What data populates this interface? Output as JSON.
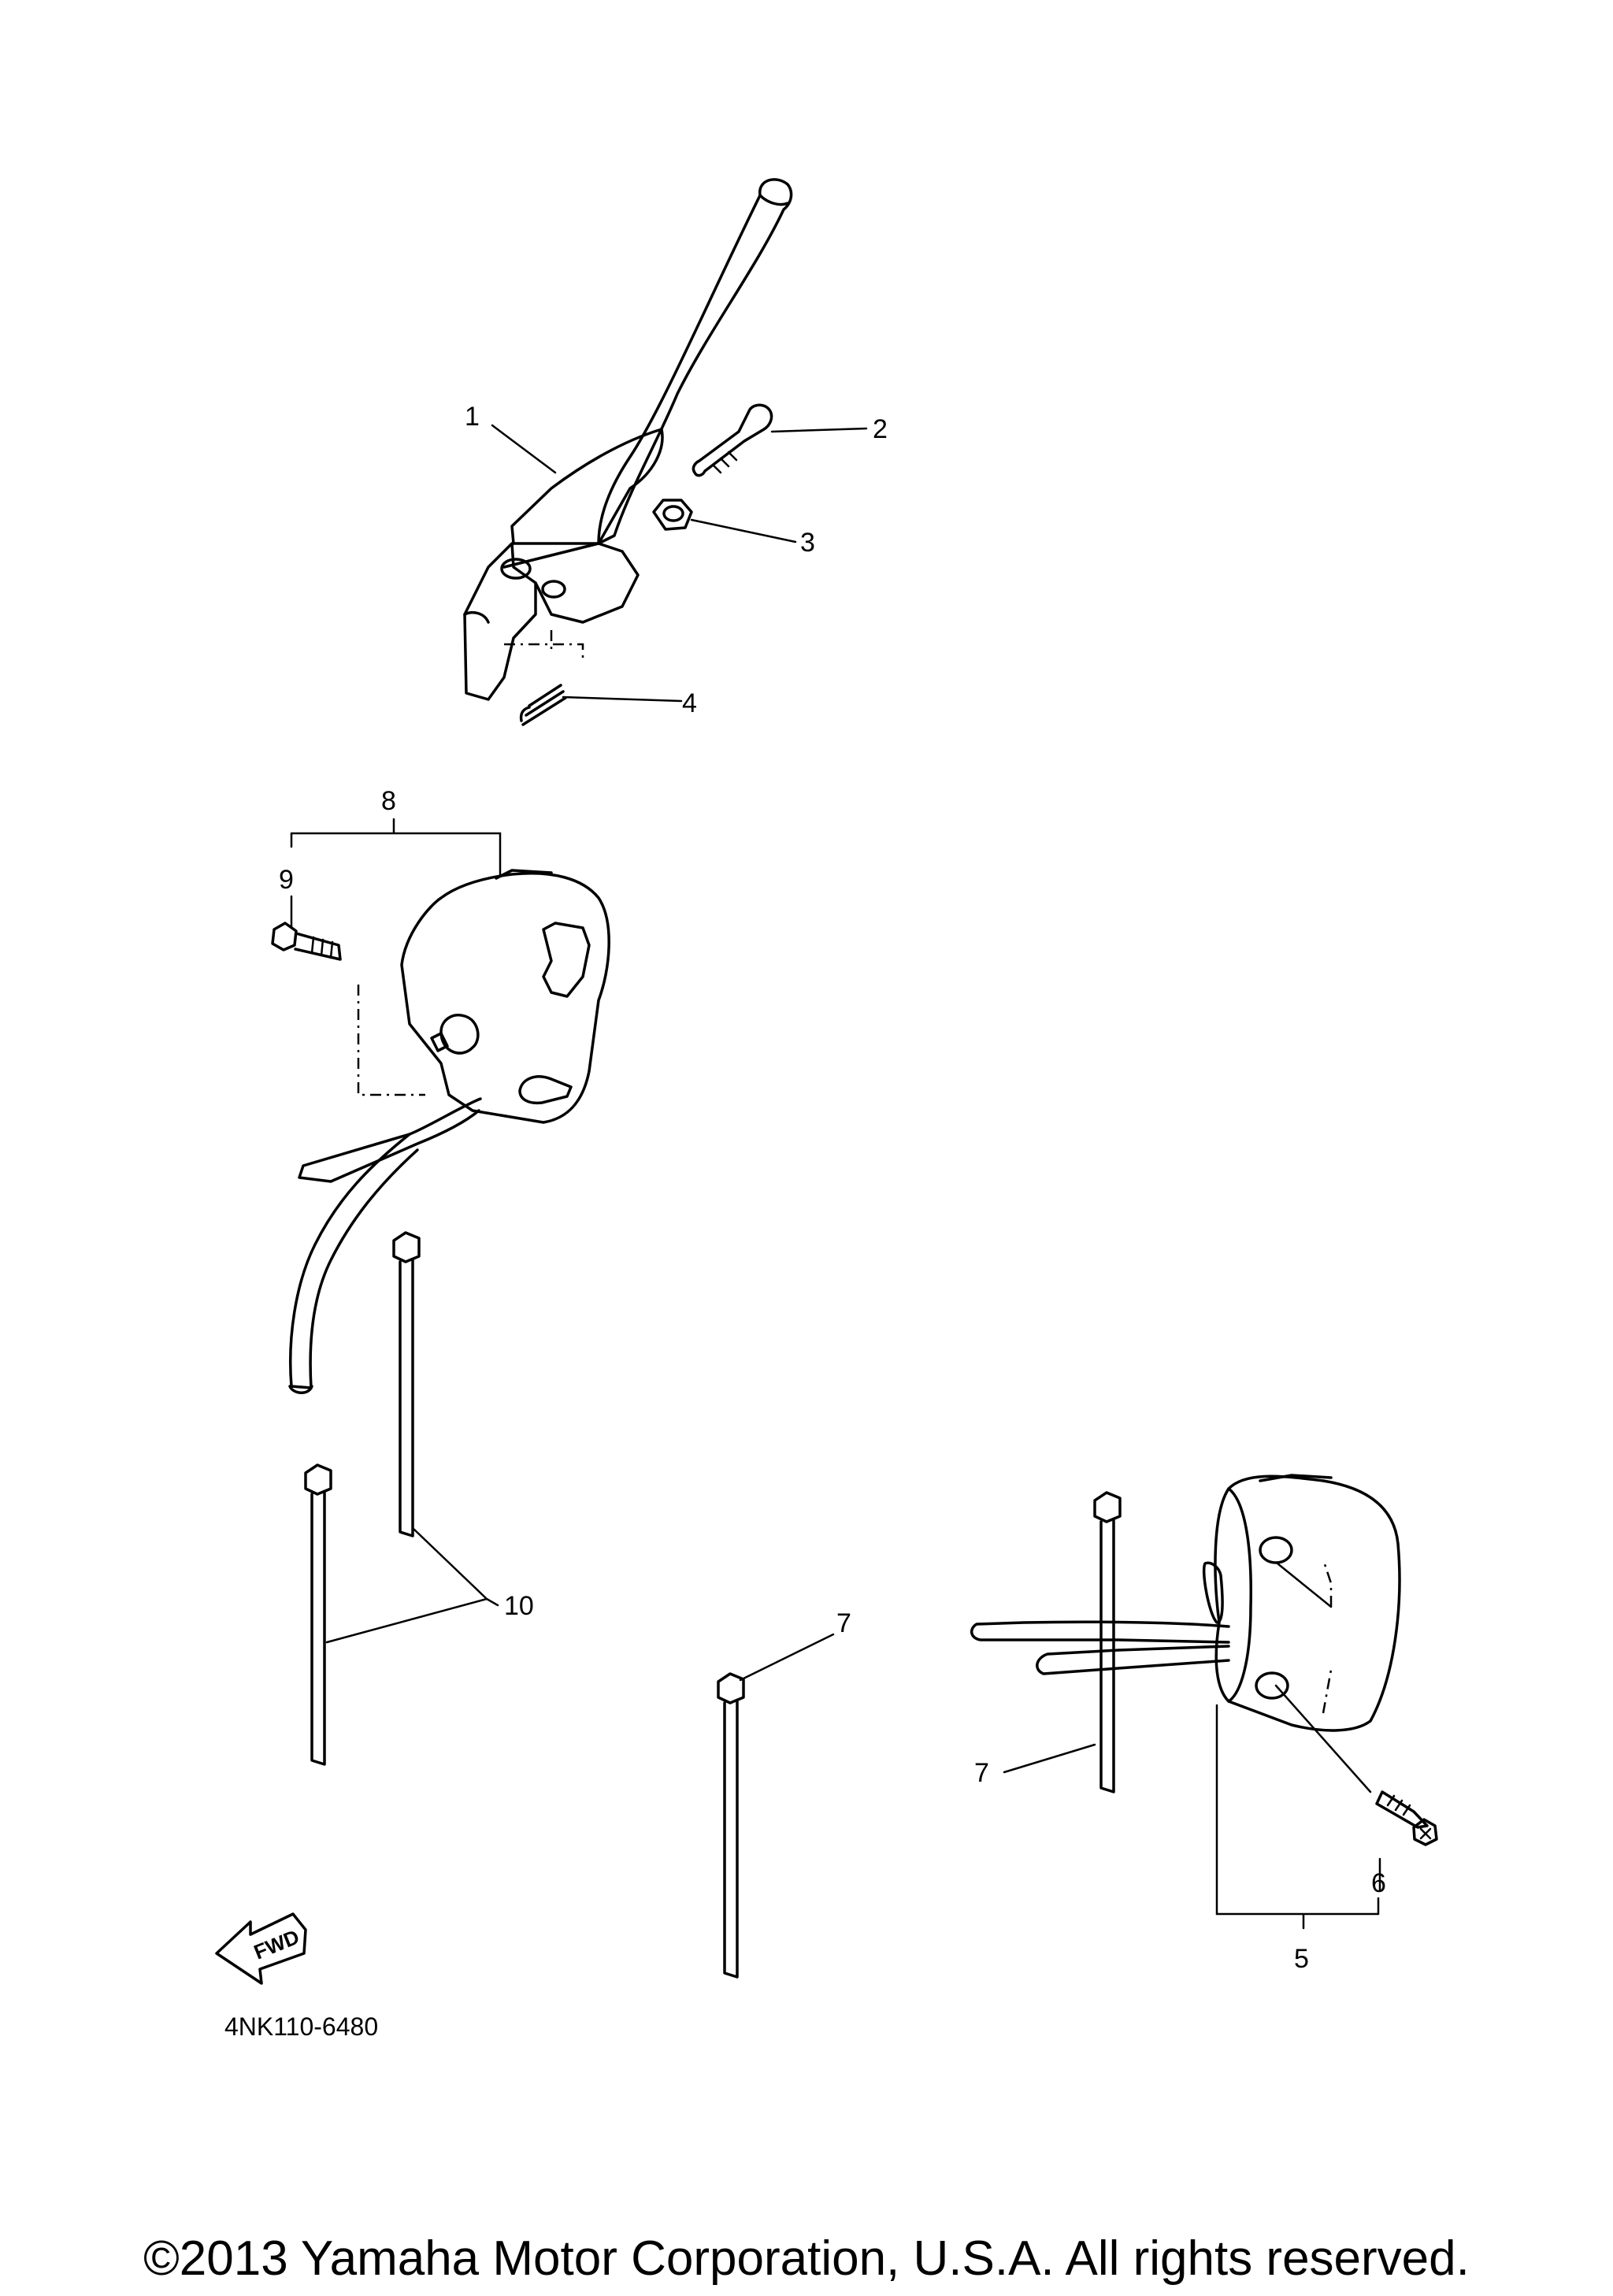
{
  "diagram": {
    "callouts": [
      {
        "id": "1",
        "text": "1"
      },
      {
        "id": "2",
        "text": "2"
      },
      {
        "id": "3",
        "text": "3"
      },
      {
        "id": "4",
        "text": "4"
      },
      {
        "id": "5",
        "text": "5"
      },
      {
        "id": "6",
        "text": "6"
      },
      {
        "id": "7a",
        "text": "7"
      },
      {
        "id": "7b",
        "text": "7"
      },
      {
        "id": "8",
        "text": "8"
      },
      {
        "id": "9",
        "text": "9"
      },
      {
        "id": "10",
        "text": "10"
      }
    ],
    "direction_badge": "FWD",
    "drawing_code": "4NK110-6480",
    "copyright": "©2013 Yamaha Motor Corporation, U.S.A. All rights reserved."
  }
}
